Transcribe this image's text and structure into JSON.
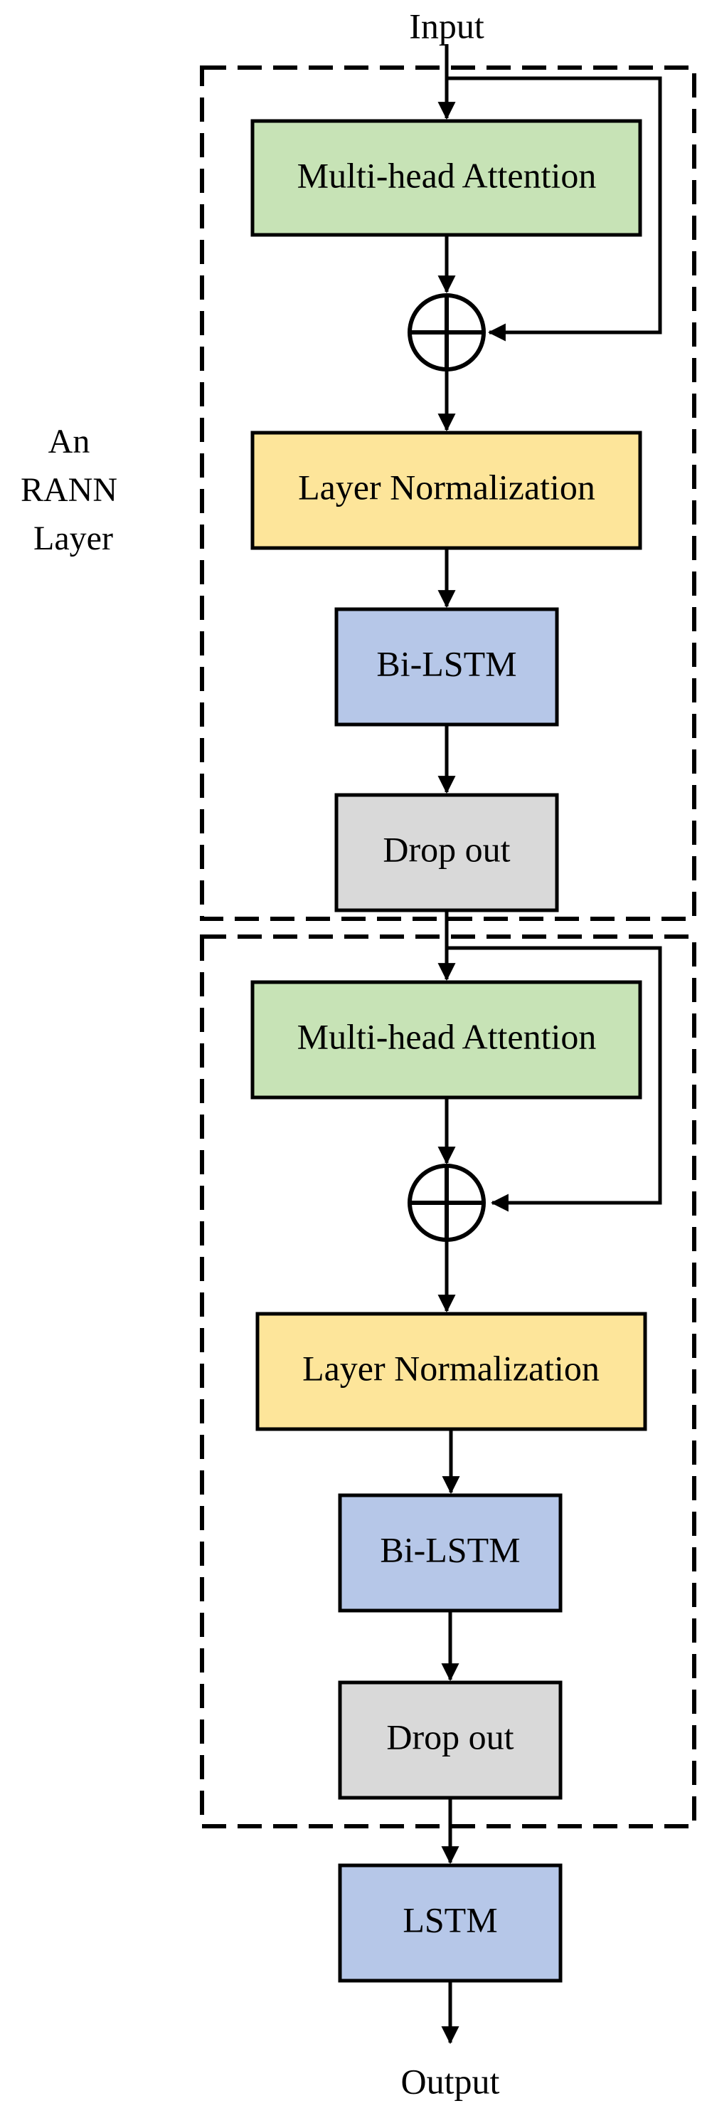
{
  "input_label": "Input",
  "output_label": "Output",
  "side_label": [
    "An",
    "RANN",
    "Layer"
  ],
  "layer1": {
    "attention": "Multi-head Attention",
    "norm": "Layer Normalization",
    "bilstm": "Bi-LSTM",
    "dropout": "Drop out"
  },
  "layer2": {
    "attention": "Multi-head Attention",
    "norm": "Layer Normalization",
    "bilstm": "Bi-LSTM",
    "dropout": "Drop out"
  },
  "final": "LSTM",
  "colors": {
    "attention": "#c7e3b6",
    "norm": "#fde59a",
    "lstm": "#b6c7e8",
    "dropout": "#d9d9d9",
    "line": "#000000"
  }
}
